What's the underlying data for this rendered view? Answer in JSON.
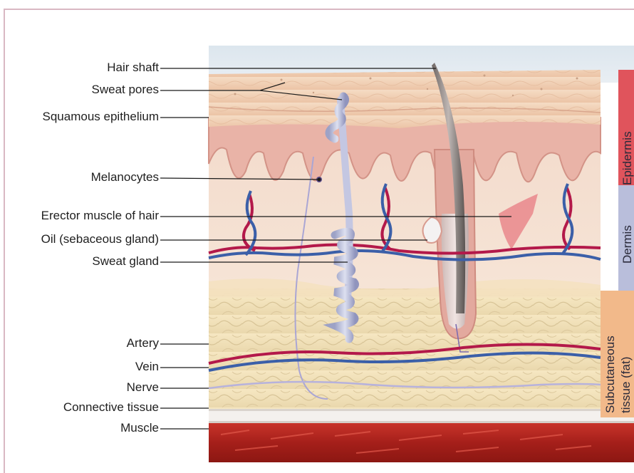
{
  "labels": [
    "Hair shaft",
    "Sweat pores",
    "Squamous epithelium",
    "Melanocytes",
    "Erector muscle of hair",
    "Oil (sebaceous gland)",
    "Sweat gland",
    "Artery",
    "Vein",
    "Nerve",
    "Connective tissue",
    "Muscle"
  ],
  "layers": {
    "epidermis": "Epidermis",
    "dermis": "Dermis",
    "subcutaneous_line1": "Subcutaneous",
    "subcutaneous_line2": "tissue (fat)"
  },
  "colors": {
    "epidermis_band": "#e0545c",
    "dermis_band": "#b9bedb",
    "subcutaneous_band": "#f2b98a",
    "artery": "#b3194a",
    "vein": "#3b5fa8",
    "muscle": "#b7231c"
  }
}
